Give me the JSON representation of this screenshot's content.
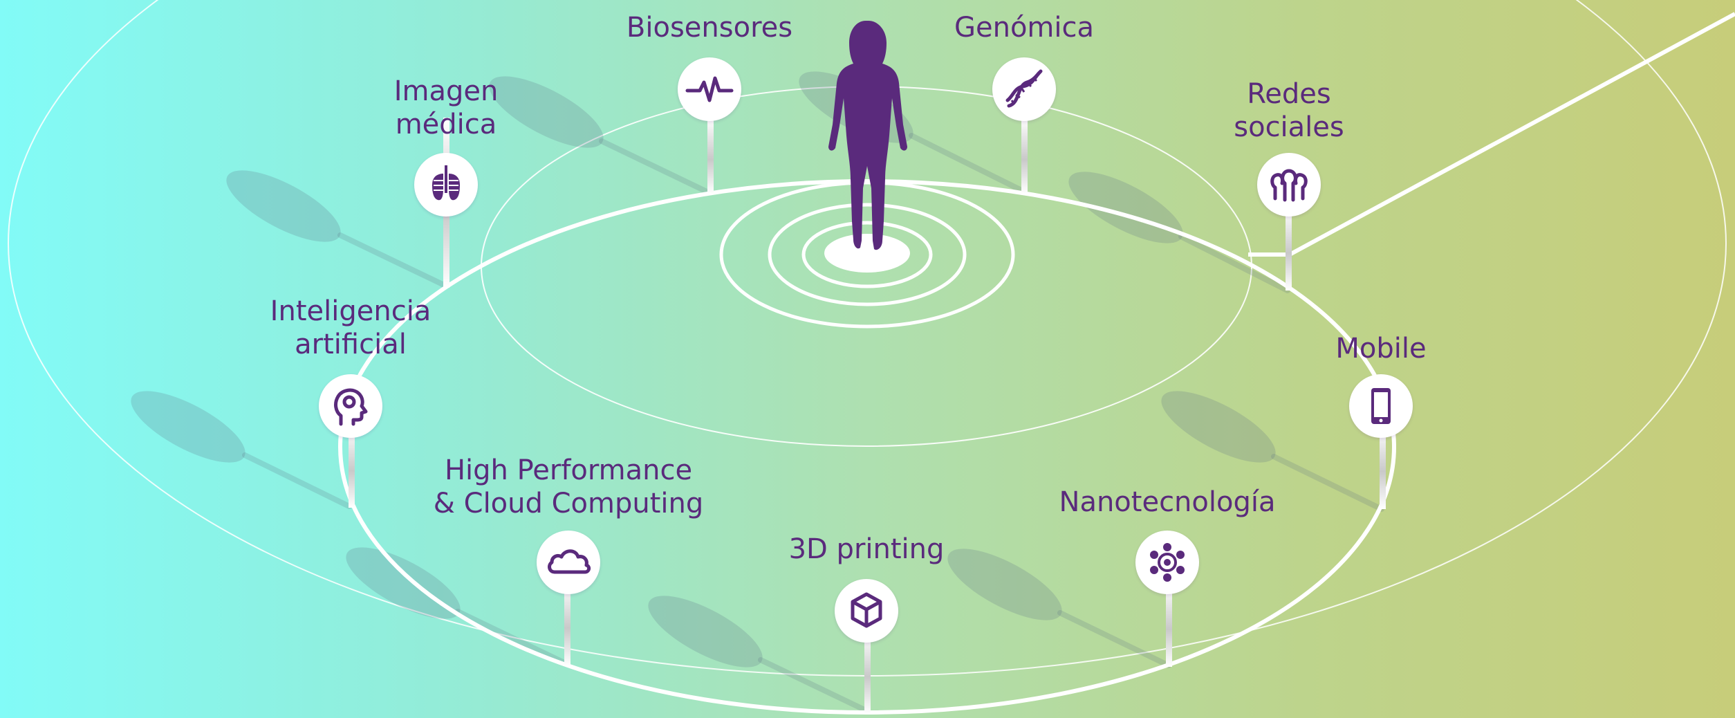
{
  "diagram": {
    "brand_color": "#5a2a7c",
    "nodes": [
      {
        "id": "imagen",
        "label_lines": [
          "Imagen",
          "médica"
        ],
        "icon": "lungs-icon"
      },
      {
        "id": "biosensores",
        "label_lines": [
          "Biosensores"
        ],
        "icon": "pulse-icon"
      },
      {
        "id": "genomica",
        "label_lines": [
          "Genómica"
        ],
        "icon": "dna-icon"
      },
      {
        "id": "redes",
        "label_lines": [
          "Redes",
          "sociales"
        ],
        "icon": "people-icon"
      },
      {
        "id": "ia",
        "label_lines": [
          "Inteligencia",
          "artificial"
        ],
        "icon": "head-icon"
      },
      {
        "id": "mobile",
        "label_lines": [
          "Mobile"
        ],
        "icon": "phone-icon"
      },
      {
        "id": "hpc",
        "label_lines": [
          "High Performance",
          "& Cloud Computing"
        ],
        "icon": "cloud-icon"
      },
      {
        "id": "nano",
        "label_lines": [
          "Nanotecnología"
        ],
        "icon": "molecule-icon"
      },
      {
        "id": "print3d",
        "label_lines": [
          "3D printing"
        ],
        "icon": "cube-icon"
      }
    ]
  }
}
